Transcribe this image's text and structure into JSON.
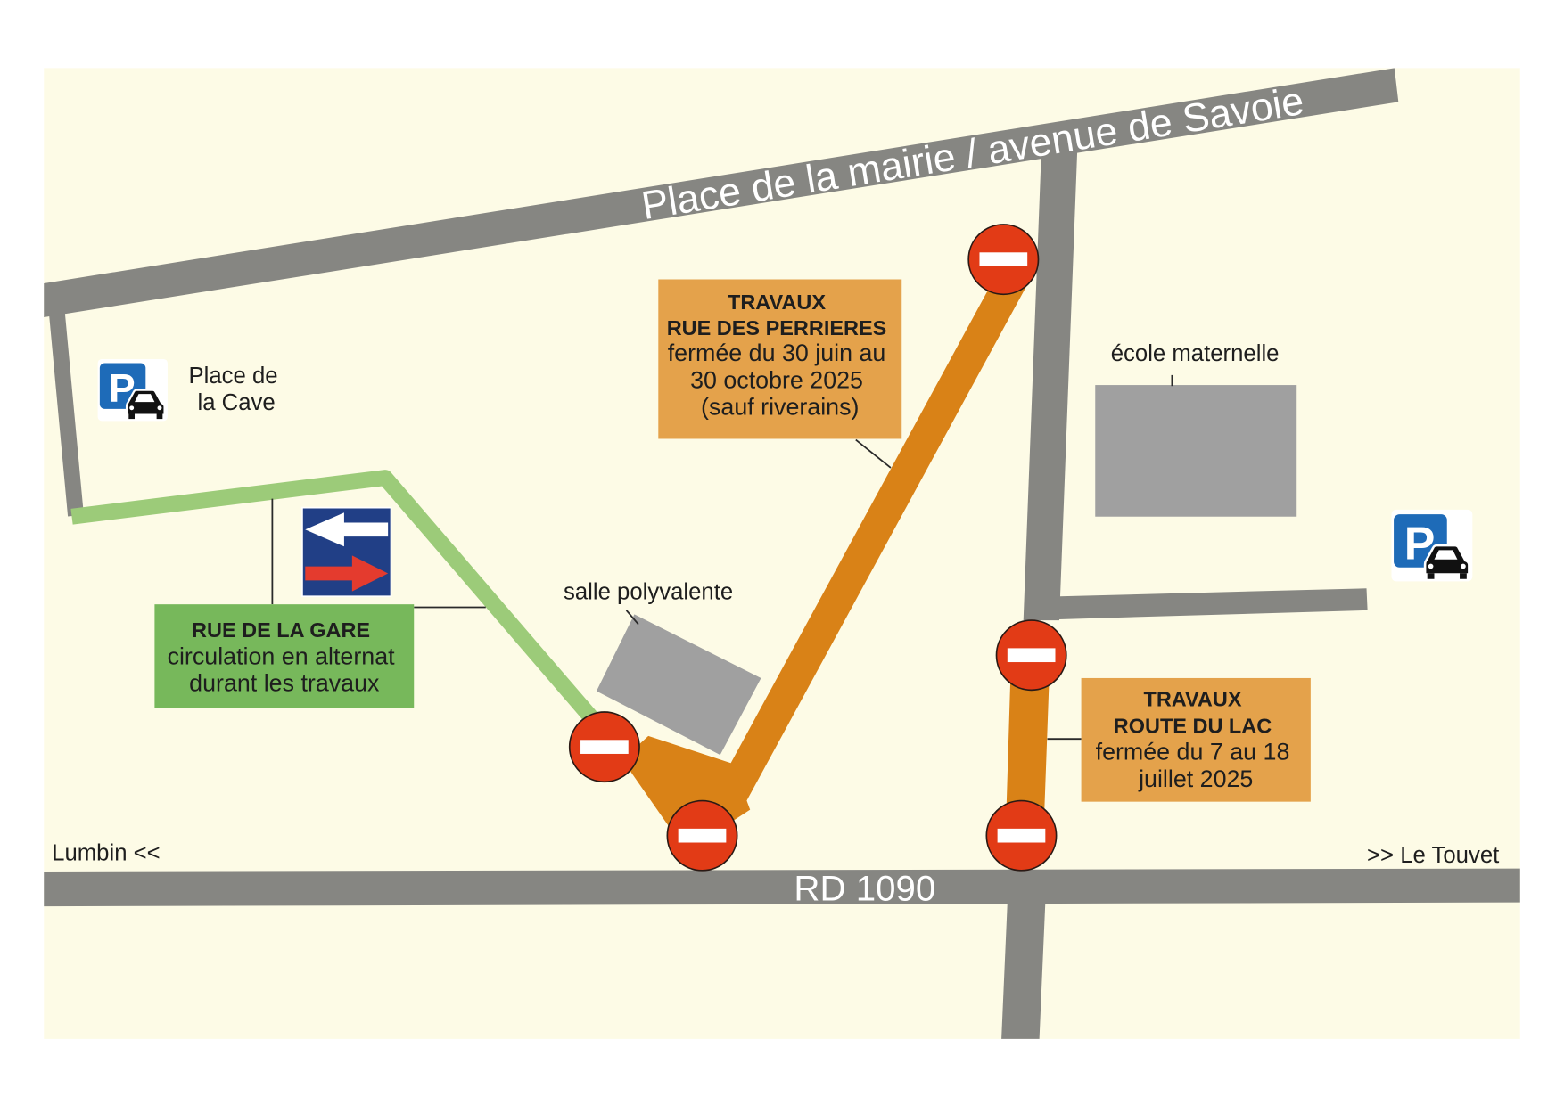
{
  "map": {
    "top_road_label": "Place de la mairie / avenue de Savoie",
    "main_road_label": "RD 1090",
    "direction_west": "Lumbin <<",
    "direction_east": ">> Le Touvet",
    "parking_place_label": [
      "Place de",
      "la Cave"
    ],
    "parking_symbol": "P",
    "salle_label": "salle polyvalente",
    "ecole_label": "école maternelle"
  },
  "notices": {
    "rue_de_la_gare": {
      "title": "RUE DE LA GARE",
      "lines": [
        "circulation en alternat",
        "durant les travaux"
      ]
    },
    "rue_des_perrieres": {
      "title": [
        "TRAVAUX",
        "RUE DES PERRIERES"
      ],
      "lines": [
        "fermée du 30 juin au",
        "30 octobre 2025",
        "(sauf riverains)"
      ]
    },
    "route_du_lac": {
      "title": [
        "TRAVAUX",
        "ROUTE DU LAC"
      ],
      "lines": [
        "fermée du 7 au 18",
        "juillet 2025"
      ]
    }
  },
  "icons": {
    "parking": "parking-icon",
    "no_entry": "no-entry-icon",
    "traffic_sign": "oncoming-priority-sign-icon"
  },
  "colors": {
    "page": "#ffffff",
    "map_background": "#fdfbe6",
    "road": "#868682",
    "road_label": "#ffffff",
    "closed_road": "#d98217",
    "alternating_road": "#9ccb79",
    "closure_notice": "#e4a24b",
    "alternating_notice": "#77b85b",
    "no_entry": "#e23b16",
    "parking_blue": "#1e6bb8",
    "traffic_sign_blue": "#213f86",
    "traffic_sign_red": "#e43b2e",
    "building": "#a0a0a0",
    "text": "#1e1e1e"
  }
}
